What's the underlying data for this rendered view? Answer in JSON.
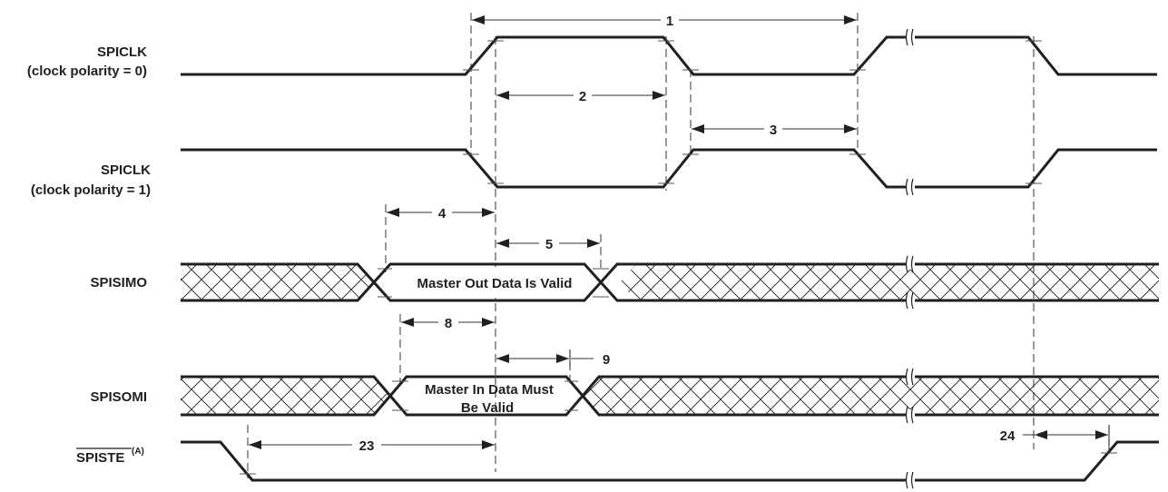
{
  "diagram": {
    "title": "SPI Master Mode Timing",
    "signals": [
      {
        "id": "spiclk0",
        "name": "SPICLK",
        "subtitle": "(clock polarity = 0)"
      },
      {
        "id": "spiclk1",
        "name": "SPICLK",
        "subtitle": "(clock polarity = 1)"
      },
      {
        "id": "spisimo",
        "name": "SPISIMO",
        "subtitle": ""
      },
      {
        "id": "spisomi",
        "name": "SPISOMI",
        "subtitle": ""
      },
      {
        "id": "spiste",
        "name": "SPISTE",
        "superscript": "(A)",
        "overline": true
      }
    ],
    "data_windows": {
      "simo": "Master Out Data Is Valid",
      "somi_line1": "Master In Data Must",
      "somi_line2": "Be Valid"
    },
    "timing_params": [
      "1",
      "2",
      "3",
      "4",
      "5",
      "8",
      "9",
      "23",
      "24"
    ],
    "colors": {
      "ink": "#231f20",
      "guide": "#555555",
      "background": "#ffffff"
    }
  }
}
